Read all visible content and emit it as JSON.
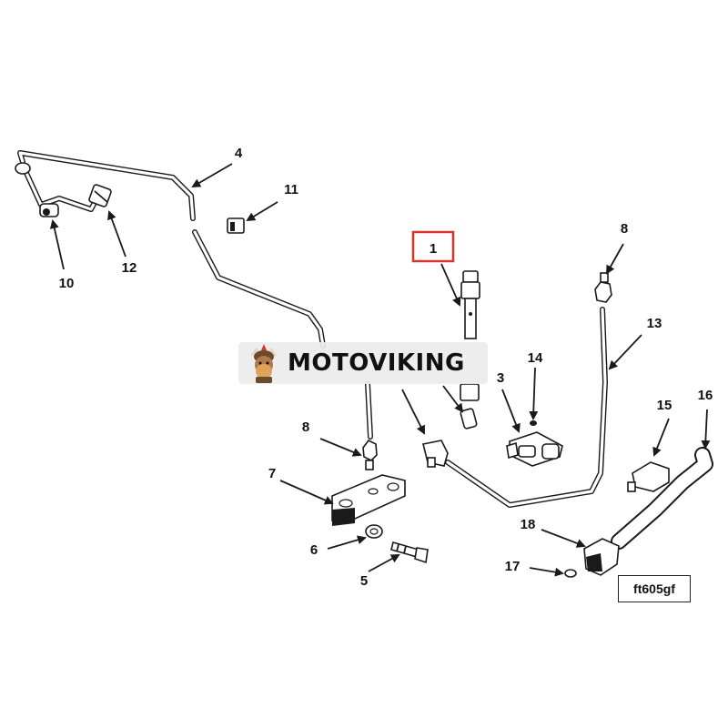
{
  "callouts": {
    "c1": "1",
    "c3": "3",
    "c4": "4",
    "c5": "5",
    "c6": "6",
    "c7": "7",
    "c8a": "8",
    "c8b": "8",
    "c10": "10",
    "c11": "11",
    "c12": "12",
    "c13": "13",
    "c14": "14",
    "c15": "15",
    "c16": "16",
    "c17": "17",
    "c18": "18"
  },
  "watermark": {
    "brand": "MOTOVIKING"
  },
  "figure_code": "ft605gf",
  "colors": {
    "highlight_box": "#d9342b",
    "line": "#1a1a1a",
    "watermark_bg": "#ececec"
  },
  "highlighted_callout": "1"
}
